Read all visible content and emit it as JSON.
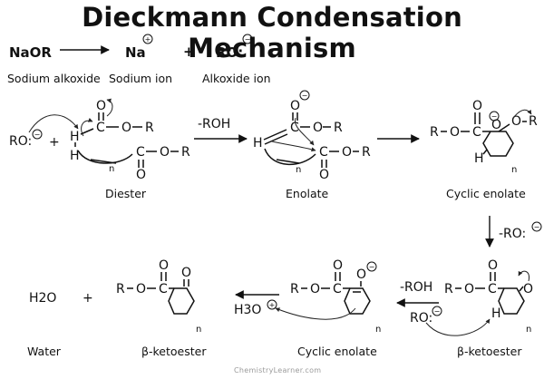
{
  "title": "Dieckmann Condensation Mechanism",
  "equation": {
    "reactant": "NaOR",
    "product_1": "Na",
    "plus": "+",
    "product_2": "RO:",
    "reactant_label": "Sodium alkoxide",
    "product_1_label": "Sodium ion",
    "product_2_label": "Alkoxide ion"
  },
  "charges": {
    "positive": "+",
    "negative": "−"
  },
  "atoms": {
    "carbon": "C",
    "oxygen": "O",
    "hydrogen": "H",
    "alkyl": "R",
    "ring_index": "n",
    "alkoxide": "RO:"
  },
  "steps": {
    "step1_reagent": "-ROH",
    "step3_reagent": "-RO:",
    "step4_reagent": "-ROH",
    "step5_reagent": "H3O"
  },
  "compounds": {
    "diester": "Diester",
    "enolate": "Enolate",
    "cyclic_enolate_1": "Cyclic enolate",
    "beta_ketoester_1": "β-ketoester",
    "cyclic_enolate_2": "Cyclic enolate",
    "beta_ketoester_2": "β-ketoester",
    "water": "Water",
    "water_formula": "H2O"
  },
  "watermark": "ChemistryLearner.com",
  "colors": {
    "ink": "#111111",
    "watermark": "#9a9a9a",
    "background": "#ffffff"
  }
}
